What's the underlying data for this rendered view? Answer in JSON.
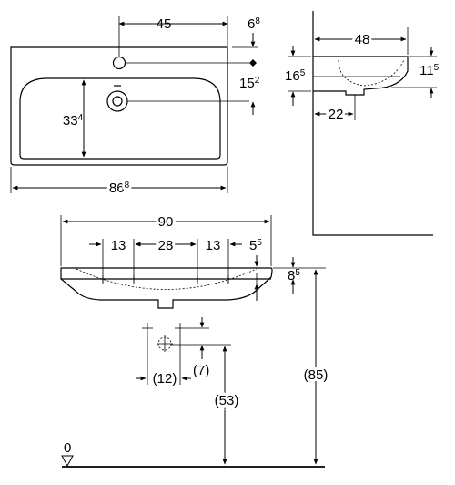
{
  "top_view": {
    "dim_tap_offset": "45",
    "dim_top_margin": "6",
    "dim_top_margin_sup": "8",
    "dim_depth_to_waste": "15",
    "dim_depth_to_waste_sup": "2",
    "dim_bowl_depth": "33",
    "dim_bowl_depth_sup": "4",
    "dim_total_width": "86",
    "dim_total_width_sup": "8"
  },
  "side_view": {
    "dim_depth": "48",
    "dim_height": "16",
    "dim_height_sup": "5",
    "dim_rim": "11",
    "dim_rim_sup": "5",
    "dim_waste_offset": "22"
  },
  "front_view": {
    "dim_overall": "90",
    "dim_fix_13_left": "13",
    "dim_fix_28": "28",
    "dim_fix_13_right": "13",
    "dim_side": "5",
    "dim_side_sup": "5",
    "dim_rim_height": "8",
    "dim_rim_height_sup": "5",
    "dim_waste_spacing": "(12)",
    "dim_waste_drop": "(7)",
    "dim_waste_height": "(53)",
    "dim_mount_height": "(85)",
    "floor_label": "0"
  }
}
